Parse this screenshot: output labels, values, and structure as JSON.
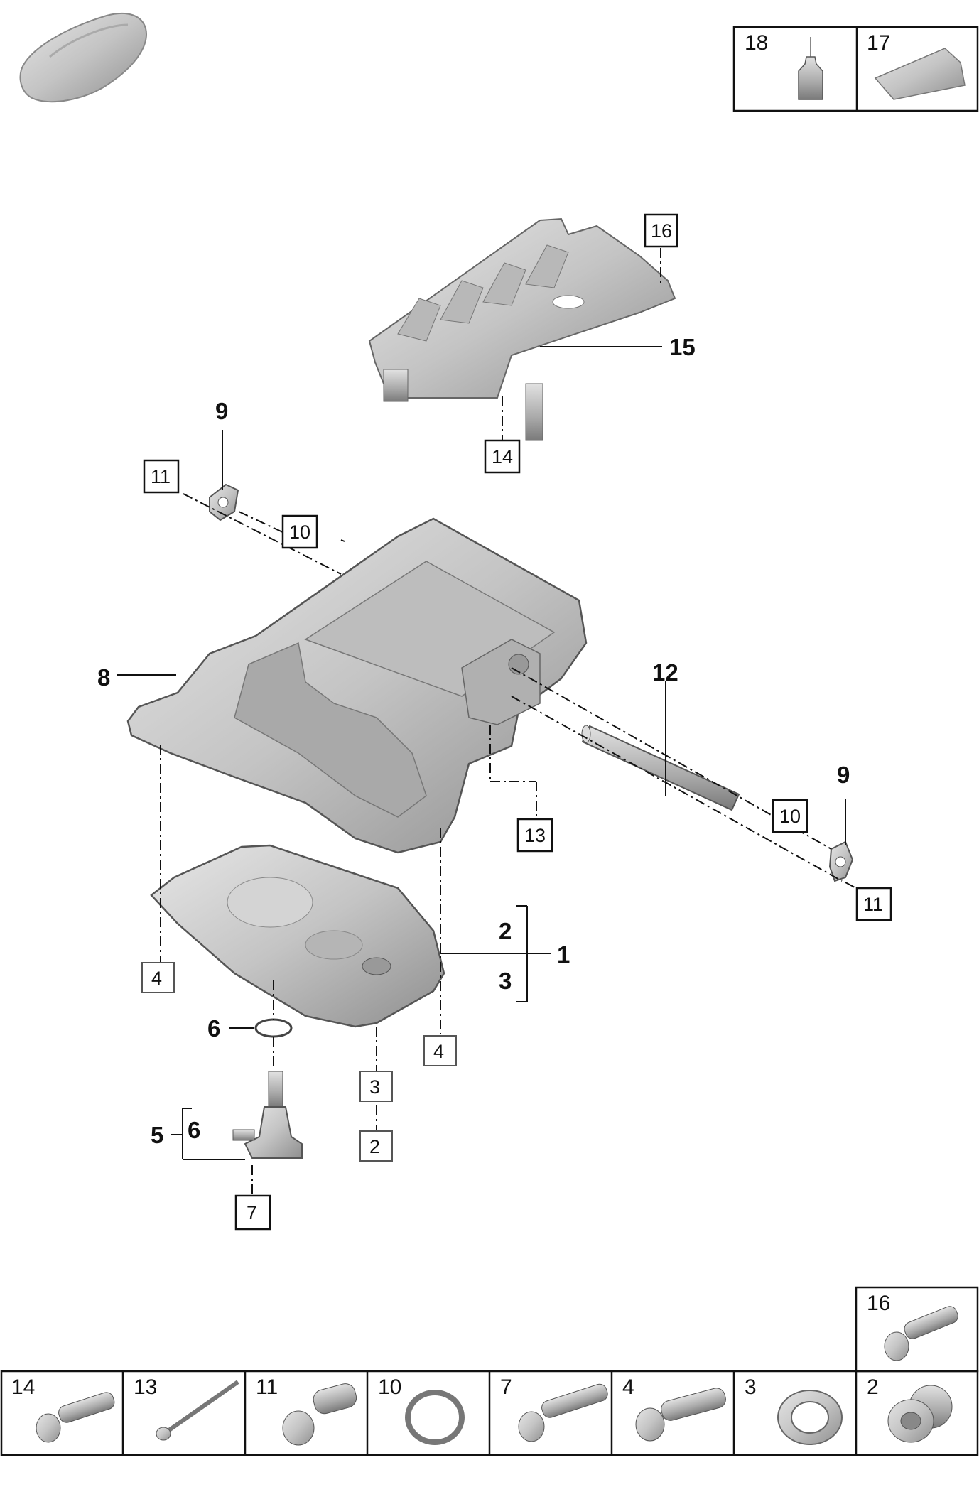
{
  "top_legend": [
    {
      "num": "18",
      "icon": "oil-bottle-icon"
    },
    {
      "num": "17",
      "icon": "sealant-tube-icon"
    }
  ],
  "callouts": {
    "c1": "1",
    "c2": "2",
    "c3": "3",
    "c5": "5",
    "c6a": "6",
    "c6b": "6",
    "c8": "8",
    "c9a": "9",
    "c9b": "9",
    "c12": "12",
    "c15": "15"
  },
  "boxed_refs": {
    "b16": "16",
    "b14": "14",
    "b11a": "11",
    "b10a": "10",
    "b10b": "10",
    "b11b": "11",
    "b13": "13",
    "b4a": "4",
    "b4b": "4",
    "b3": "3",
    "b2": "2",
    "b7": "7"
  },
  "bottom_legend_top": [
    {
      "num": "16",
      "icon": "torx-bolt-icon"
    }
  ],
  "bottom_legend": [
    {
      "num": "14",
      "icon": "torx-bolt-icon"
    },
    {
      "num": "13",
      "icon": "long-bolt-icon"
    },
    {
      "num": "11",
      "icon": "shoulder-bolt-icon"
    },
    {
      "num": "10",
      "icon": "o-ring-icon"
    },
    {
      "num": "7",
      "icon": "torx-bolt-icon"
    },
    {
      "num": "4",
      "icon": "torx-bolt-icon"
    },
    {
      "num": "3",
      "icon": "sealing-ring-icon"
    },
    {
      "num": "2",
      "icon": "drain-plug-icon"
    }
  ],
  "colors": {
    "metal": "#c9c9c9",
    "metal_dark": "#9a9a9a",
    "line": "#111111"
  }
}
